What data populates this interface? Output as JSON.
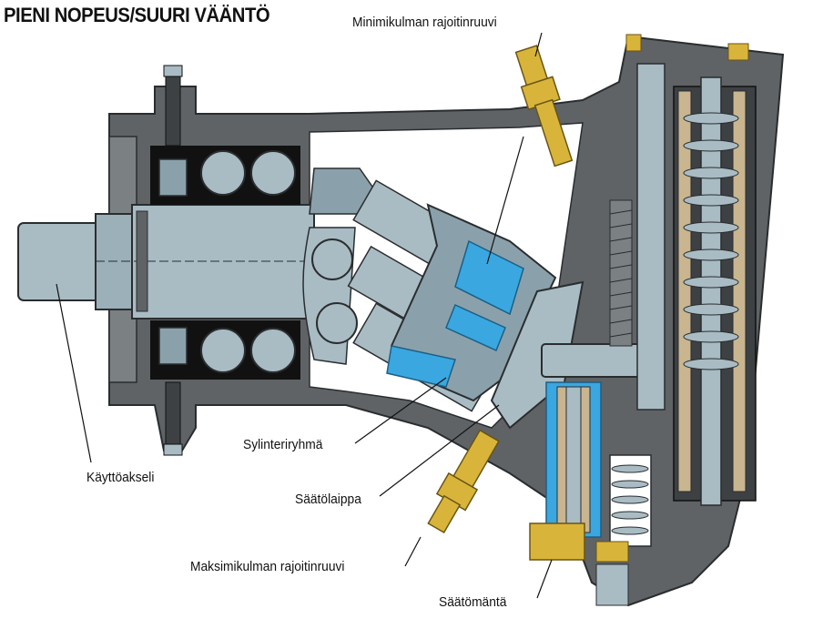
{
  "title": "PIENI NOPEUS/SUURI VÄÄNTÖ",
  "labels": {
    "min_angle_screw": "Minimikulman rajoitinruuvi",
    "drive_shaft": "Käyttöakseli",
    "cylinder_group": "Sylinteriryhmä",
    "control_plate": "Säätölaippa",
    "max_angle_screw": "Maksimikulman rajoitinruuvi",
    "control_piston": "Säätömäntä"
  },
  "colors": {
    "housing": "#5f6366",
    "housing_dark": "#3d4143",
    "metal_light": "#a9bcc4",
    "metal_mid": "#8aa1ab",
    "bearing_black": "#111111",
    "oil_blue": "#3aa7e0",
    "brass": "#d8b53a",
    "tan": "#c9b58f"
  }
}
